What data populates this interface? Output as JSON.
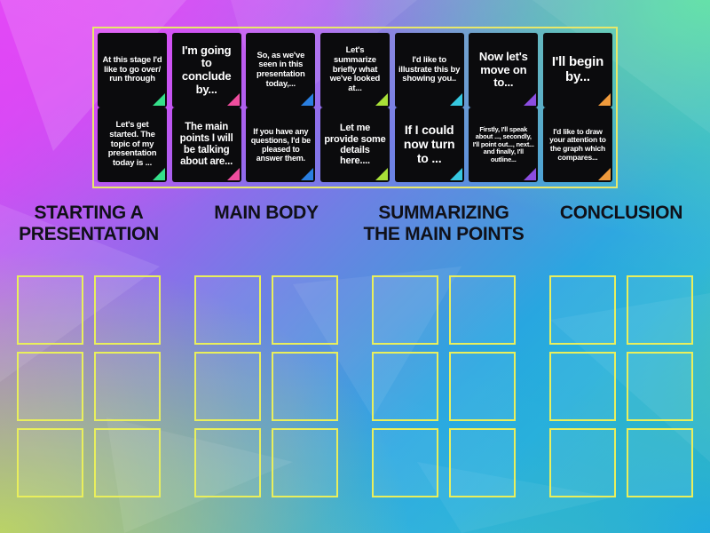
{
  "app": {
    "type": "drag-and-drop-group-sort-activity",
    "background_colors": {
      "top_left": "#e246f6",
      "top_right": "#48e096",
      "bottom_left": "#bad64e",
      "bottom_right": "#1aa6e2"
    },
    "tray_border_color": "#e8e86a",
    "zone_border_color": "#e9ef5c",
    "tile_background_color": "#0b0b0d",
    "heading_text_color": "#101018"
  },
  "tray": {
    "rows": [
      [
        {
          "text": "At this stage I'd like to go over/ run through",
          "corner_color": "#35e08a",
          "font_size": "9.5px"
        },
        {
          "text": "I'm going to conclude by...",
          "corner_color": "#ef4d9e",
          "font_size": "13px"
        },
        {
          "text": "So, as we've seen in this presentation today,...",
          "corner_color": "#2a7fe0",
          "font_size": "9.5px"
        },
        {
          "text": "Let's summarize briefly what we've looked at...",
          "corner_color": "#a8e038",
          "font_size": "9.5px"
        },
        {
          "text": "I'd like to illustrate this by showing you..",
          "corner_color": "#36c8e0",
          "font_size": "9.5px"
        },
        {
          "text": "Now let's move on to...",
          "corner_color": "#8b4de0",
          "font_size": "13px"
        },
        {
          "text": "I'll begin by...",
          "corner_color": "#ef9a3c",
          "font_size": "15px"
        }
      ],
      [
        {
          "text": "Let's get started. The topic of my presentation today is ...",
          "corner_color": "#35e08a",
          "font_size": "9.5px"
        },
        {
          "text": "The main points I will be talking about are...",
          "corner_color": "#ef4d9e",
          "font_size": "11.5px"
        },
        {
          "text": "If you have any questions, I'd be pleased to answer them.",
          "corner_color": "#2a7fe0",
          "font_size": "9px"
        },
        {
          "text": "Let me provide some details here....",
          "corner_color": "#a8e038",
          "font_size": "11px"
        },
        {
          "text": "If I could now turn to ...",
          "corner_color": "#36c8e0",
          "font_size": "14px"
        },
        {
          "text": "Firstly, I'll speak about ..., secondly, I'll point out..., next... and finally, I'll outline...",
          "corner_color": "#8b4de0",
          "font_size": "7.5px"
        },
        {
          "text": "I'd like to draw your attention to the graph which compares...",
          "corner_color": "#ef9a3c",
          "font_size": "8.5px"
        }
      ]
    ]
  },
  "categories": [
    {
      "label": "STARTING A PRESENTATION",
      "slots": 6
    },
    {
      "label": "MAIN BODY",
      "slots": 6
    },
    {
      "label": "SUMMARIZING THE MAIN POINTS",
      "slots": 6
    },
    {
      "label": "CONCLUSION",
      "slots": 6
    }
  ]
}
